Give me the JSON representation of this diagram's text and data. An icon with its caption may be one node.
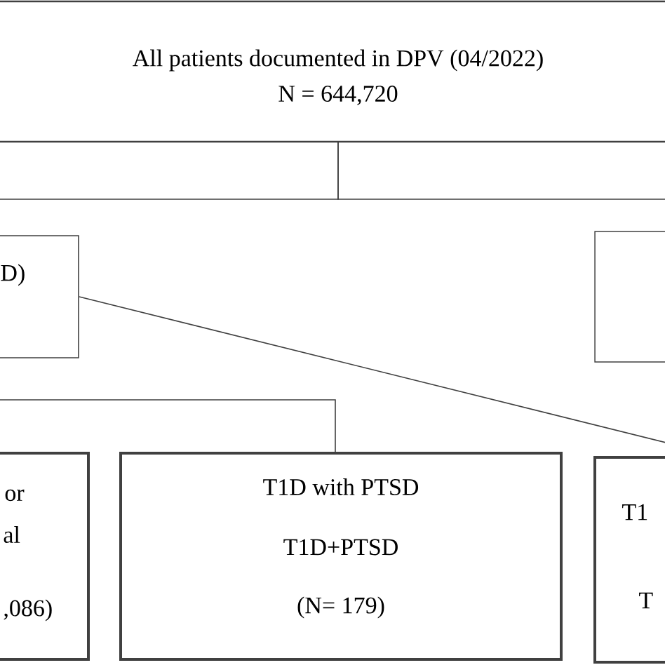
{
  "diagram": {
    "nodes": [
      {
        "text": [
          "All patients documented in DPV (04/2022)",
          "N = 644,720"
        ]
      },
      {
        "text": [
          "D)"
        ]
      },
      {
        "text": [],
        "shape": "box"
      },
      {
        "text": [
          "or",
          "al",
          ",086)"
        ]
      },
      {
        "text": [
          "T1D with PTSD",
          "T1D+PTSD",
          "(N= 179)"
        ]
      },
      {
        "text": [
          "T1",
          "T"
        ]
      }
    ],
    "edges": [
      {
        "from": 0,
        "to": 1,
        "arrow": "none"
      },
      {
        "from": 0,
        "to": 2,
        "arrow": "none"
      },
      {
        "from": 1,
        "to": 4,
        "arrow": "none"
      },
      {
        "from": 1,
        "to": 5,
        "arrow": "none"
      }
    ]
  }
}
